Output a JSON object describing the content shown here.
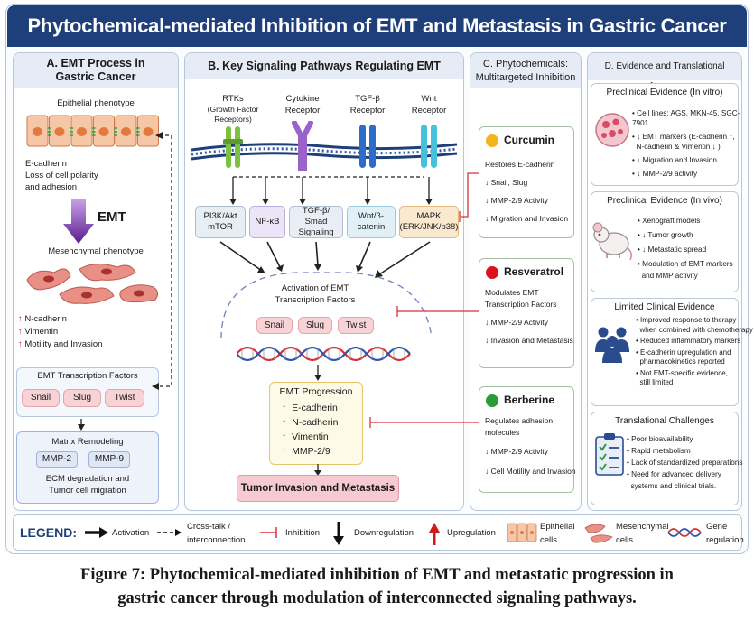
{
  "title": "Phytochemical-mediated Inhibition of EMT and Metastasis in Gastric Cancer",
  "panel_a": {
    "heading_line1": "A. EMT Process in",
    "heading_line2": "Gastric Cancer",
    "epithelial_label": "Epithelial phenotype",
    "ecad_lines": [
      "E-cadherin",
      "Loss of cell polarity",
      "and adhesion"
    ],
    "emt_label": "EMT",
    "mesenchymal_label": "Mesenchymal phenotype",
    "markers": [
      "N-cadherin",
      "Vimentin",
      "Motility and Invasion"
    ],
    "tf_title": "EMT Transcription Factors",
    "tf_items": [
      "Snail",
      "Slug",
      "Twist"
    ],
    "matrix_title": "Matrix Remodeling",
    "mmp_items": [
      "MMP-2",
      "MMP-9"
    ],
    "ecm_lines": [
      "ECM degradation and",
      "Tumor cell migration"
    ]
  },
  "panel_b": {
    "heading": "B. Key Signaling Pathways Regulating EMT",
    "receptors": [
      {
        "line1": "RTKs",
        "line2": "(Growth Factor Receptors)",
        "color": "#7cc242"
      },
      {
        "line1": "Cytokine",
        "line2": "Receptor",
        "color": "#9a63c9"
      },
      {
        "line1": "TGF-β",
        "line2": "Receptor",
        "color": "#2e6cc9"
      },
      {
        "line1": "Wnt",
        "line2": "Receptor",
        "color": "#45c0de"
      }
    ],
    "pathways": [
      {
        "line1": "PI3K/Akt",
        "line2": "mTOR"
      },
      {
        "line1": "NF-κB",
        "line2": ""
      },
      {
        "line1": "TGF-β/",
        "line2": "Smad Signaling"
      },
      {
        "line1": "Wnt/β-",
        "line2": "catenin"
      },
      {
        "line1": "MAPK",
        "line2": "(ERK/JNK/p38)"
      }
    ],
    "activation_line1": "Activation of EMT",
    "activation_line2": "Transcription Factors",
    "tf_items": [
      "Snail",
      "Slug",
      "Twist"
    ],
    "progression_title": "EMT Progression",
    "progression_items": [
      {
        "arrow": "↑",
        "text": "E-cadherin"
      },
      {
        "arrow": "↑",
        "text": "N-cadherin"
      },
      {
        "arrow": "↑",
        "text": "Vimentin"
      },
      {
        "arrow": "↑",
        "text": "MMP-2/9"
      }
    ],
    "outcome": "Tumor Invasion and Metastasis"
  },
  "panel_c": {
    "heading_line1": "C. Phytochemicals:",
    "heading_line2": "Multitargeted Inhibition",
    "compounds": [
      {
        "name": "Curcumin",
        "dot": "#f2b61c",
        "lines": [
          "Restores E-cadherin",
          "↓ Snail, Slug",
          "↓ MMP-2/9 Activity",
          "↓ Migration and Invasion"
        ]
      },
      {
        "name": "Resveratrol",
        "dot": "#d9121b",
        "lines": [
          "Modulates EMT",
          "Transcription Factors",
          "↓ MMP-2/9 Activity",
          "↓ Invasion and Metastasis"
        ]
      },
      {
        "name": "Berberine",
        "dot": "#2b9a3a",
        "lines": [
          "Regulates adhesion",
          "molecules",
          "↓ MMP-2/9 Activity",
          "↓ Cell Motility and Invasion"
        ]
      }
    ]
  },
  "panel_d": {
    "heading": "D. Evidence and Translational Aspects",
    "cards": [
      {
        "title": "Preclinical Evidence (In vitro)",
        "bullets": [
          "Cell lines: AGS, MKN-45, SGC-7901",
          "↓ EMT markers (E-cadherin ↑,",
          "N-cadherin & Vimentin ↓ )",
          "↓ Migration and Invasion",
          "↓ MMP-2/9 activity"
        ]
      },
      {
        "title": "Preclinical Evidence (In vivo)",
        "bullets": [
          "Xenograft models",
          "↓ Tumor growth",
          "↓ Metastatic spread",
          "Modulation of EMT markers",
          "and MMP activity"
        ]
      },
      {
        "title": "Limited Clinical Evidence",
        "bullets": [
          "Improved response to therapy",
          "when combined with chemotherapy",
          "Reduced inflammatory markers",
          "E-cadherin upregulation and",
          "pharmacokinetics reported",
          "Not EMT-specific evidence,",
          "still limited"
        ]
      },
      {
        "title": "Translational Challenges",
        "bullets": [
          "Poor bioavailability",
          "Rapid metabolism",
          "Lack of standardized preparations",
          "Need for advanced delivery",
          "systems and clinical trials."
        ]
      }
    ]
  },
  "legend": {
    "title": "LEGEND:",
    "items": [
      "Activation",
      "Cross-talk /",
      "interconnection",
      "Inhibition",
      "Downregulation",
      "Upregulation",
      "Epithelial",
      "cells",
      "Mesenchymal",
      "cells",
      "Gene",
      "regulation"
    ]
  },
  "caption_line1": "Figure 7: Phytochemical-mediated inhibition of EMT and metastatic progression in",
  "caption_line2": "gastric cancer through modulation of interconnected signaling pathways."
}
